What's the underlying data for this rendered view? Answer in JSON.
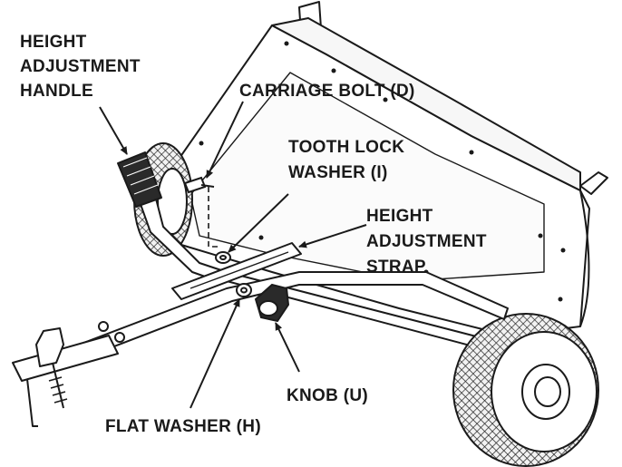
{
  "labels": {
    "height_adjustment_handle": [
      "HEIGHT",
      "ADJUSTMENT",
      "HANDLE"
    ],
    "carriage_bolt": "CARRIAGE BOLT (D)",
    "tooth_lock_washer": [
      "TOOTH LOCK",
      "WASHER (I)"
    ],
    "height_adjustment_strap": [
      "HEIGHT",
      "ADJUSTMENT",
      "STRAP"
    ],
    "knob": "KNOB (U)",
    "flat_washer": "FLAT WASHER (H)"
  }
}
